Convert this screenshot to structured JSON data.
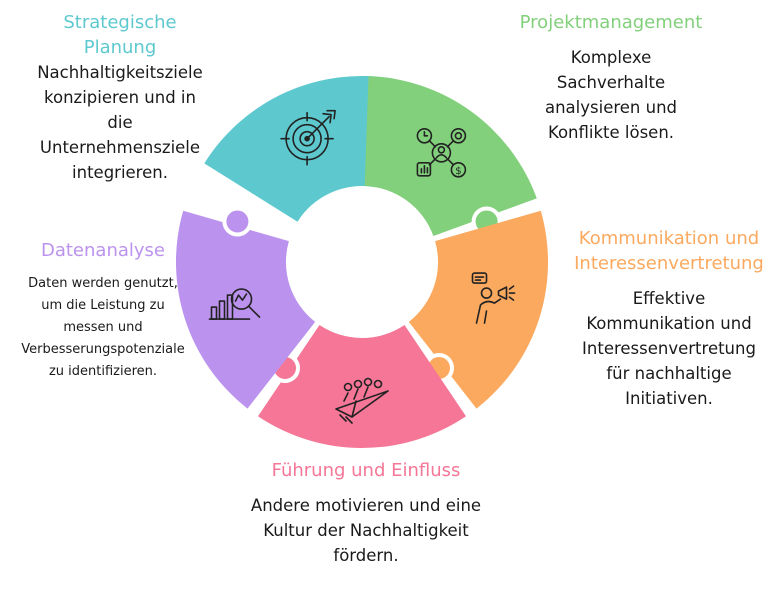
{
  "colors": {
    "strategic": "#5dc9cf",
    "project": "#82d07c",
    "communication": "#fba95f",
    "leadership": "#f57696",
    "data": "#bb93ee",
    "icon": "#222222"
  },
  "segments": [
    {
      "key": "strategic",
      "title": "Strategische Planung",
      "title_lines": [
        "Strategische",
        "Planung"
      ],
      "desc_lines": [
        "Nachhaltigkeitsziele",
        "konzipieren und in",
        "die",
        "Unternehmensziele",
        "integrieren."
      ],
      "icon": "target-icon"
    },
    {
      "key": "project",
      "title": "Projektmanagement",
      "title_lines": [
        "Projektmanagement"
      ],
      "desc_lines": [
        "Komplexe",
        "Sachverhalte",
        "analysieren und",
        "Konflikte lösen."
      ],
      "icon": "project-management-icon"
    },
    {
      "key": "communication",
      "title": "Kommunikation und Interessenvertretung",
      "title_lines": [
        "Kommunikation und",
        "Interessenvertretung"
      ],
      "desc_lines": [
        "Effektive",
        "Kommunikation und",
        "Interessenvertretung",
        "für nachhaltige",
        "Initiativen."
      ],
      "icon": "megaphone-person-icon"
    },
    {
      "key": "leadership",
      "title": "Führung und Einfluss",
      "title_lines": [
        "Führung und Einfluss"
      ],
      "desc_lines": [
        "Andere motivieren und eine",
        "Kultur der Nachhaltigkeit",
        "fördern."
      ],
      "icon": "paper-plane-team-icon"
    },
    {
      "key": "data",
      "title": "Datenanalyse",
      "title_lines": [
        "Datenanalyse"
      ],
      "desc_lines": [
        "Daten werden genutzt,",
        "um die Leistung zu",
        "messen und",
        "Verbesserungspotenziale",
        "zu identifizieren."
      ],
      "icon": "chart-magnifier-icon"
    }
  ]
}
